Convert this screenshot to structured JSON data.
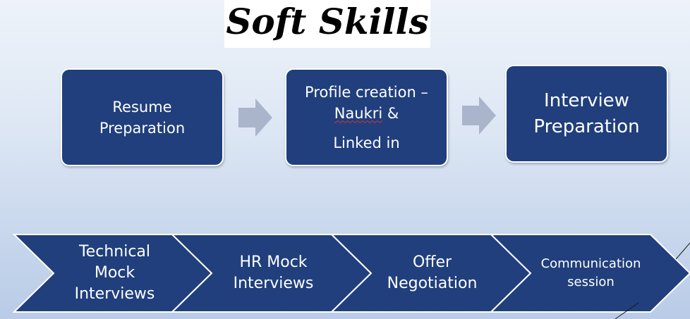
{
  "title": "Soft Skills",
  "steps": [
    {
      "lines": [
        "Resume",
        "Preparation"
      ]
    },
    {
      "line1": "Profile creation –",
      "naukri": "Naukri",
      "amp": " &",
      "line3": "Linked in"
    },
    {
      "lines": [
        "Interview",
        "Preparation"
      ]
    }
  ],
  "chevrons": [
    {
      "lines": [
        "Technical",
        "Mock",
        "Interviews"
      ]
    },
    {
      "lines": [
        "HR Mock",
        "Interviews"
      ]
    },
    {
      "lines": [
        "Offer",
        "Negotiation"
      ]
    },
    {
      "lines": [
        "Communication",
        "session"
      ]
    }
  ],
  "colors": {
    "box_fill": "#203f7c",
    "arrow_fill": "#aab5cc",
    "text": "#ffffff"
  }
}
